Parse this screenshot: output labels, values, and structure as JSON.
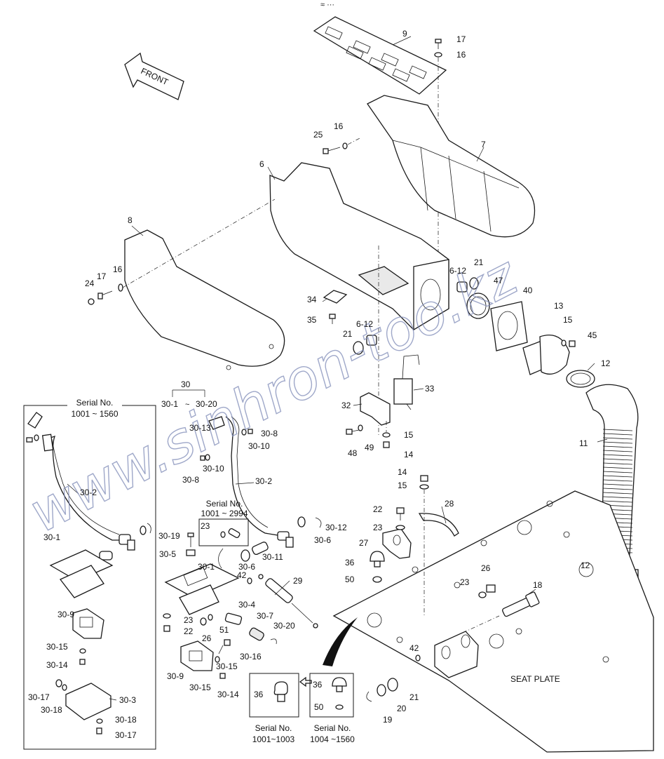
{
  "watermark": "www.sinhron-too.kz",
  "corner_mark": "≈ ···",
  "front_arrow_label": "FRONT",
  "seat_plate_label": "SEAT PLATE",
  "serial_boxes": {
    "left_title": "Serial No.",
    "left_range": "1001 ~ 1560",
    "mid_title": "Serial No.",
    "mid_range": "1001 ~ 2994",
    "bottom_a_title": "Serial No.",
    "bottom_a_range": "1001~1003",
    "bottom_b_title": "Serial No.",
    "bottom_b_range": "1004 ~1560"
  },
  "group_30": {
    "title": "30",
    "from": "30-1",
    "to": "30-20"
  },
  "callouts": {
    "p9": "9",
    "p17a": "17",
    "p16a": "16",
    "p16b": "16",
    "p25": "25",
    "p7": "7",
    "p6": "6",
    "p8": "8",
    "p24": "24",
    "p17b": "17",
    "p16c": "16",
    "p34": "34",
    "p35": "35",
    "p21a": "21",
    "p612a": "6-12",
    "p612b": "6-12",
    "p21b": "21",
    "p47": "47",
    "p40": "40",
    "p13": "13",
    "p15a": "15",
    "p45": "45",
    "p12a": "12",
    "p33": "33",
    "p32": "32",
    "p48": "48",
    "p49": "49",
    "p15b": "15",
    "p14a": "14",
    "p11": "11",
    "p3013a": "30-13",
    "p308a": "30-8",
    "p3010a": "30-10",
    "p3010b": "30-10",
    "p308b": "30-8",
    "p302a": "30-2",
    "p302b": "30-2",
    "p3019": "30-19",
    "p23a": "23",
    "p305": "30-5",
    "p301a": "30-1",
    "p42a": "42",
    "p3012": "30-12",
    "p306a": "30-6",
    "p3011": "30-11",
    "p306b": "30-6",
    "p29": "29",
    "p304": "30-4",
    "p307": "30-7",
    "p3020": "30-20",
    "p23b": "23",
    "p22a": "22",
    "p26a": "26",
    "p51": "51",
    "p3016": "30-16",
    "p3015a": "30-15",
    "p309a": "30-9",
    "p3015b": "30-15",
    "p3014a": "30-14",
    "p14b": "14",
    "p15c": "15",
    "p22b": "22",
    "p23c": "23",
    "p28": "28",
    "p27": "27",
    "p36a": "36",
    "p50a": "50",
    "p26b": "26",
    "p23d": "23",
    "p18": "18",
    "p12b": "12",
    "p42b": "42",
    "p21c": "21",
    "p20": "20",
    "p19": "19",
    "p36b": "36",
    "p36c": "36",
    "p50b": "50",
    "p301b": "30-1",
    "p309b": "30-9",
    "p3015c": "30-15",
    "p3014b": "30-14",
    "p3017a": "30-17",
    "p3018a": "30-18",
    "p303": "30-3",
    "p3018b": "30-18",
    "p3017b": "30-17"
  }
}
